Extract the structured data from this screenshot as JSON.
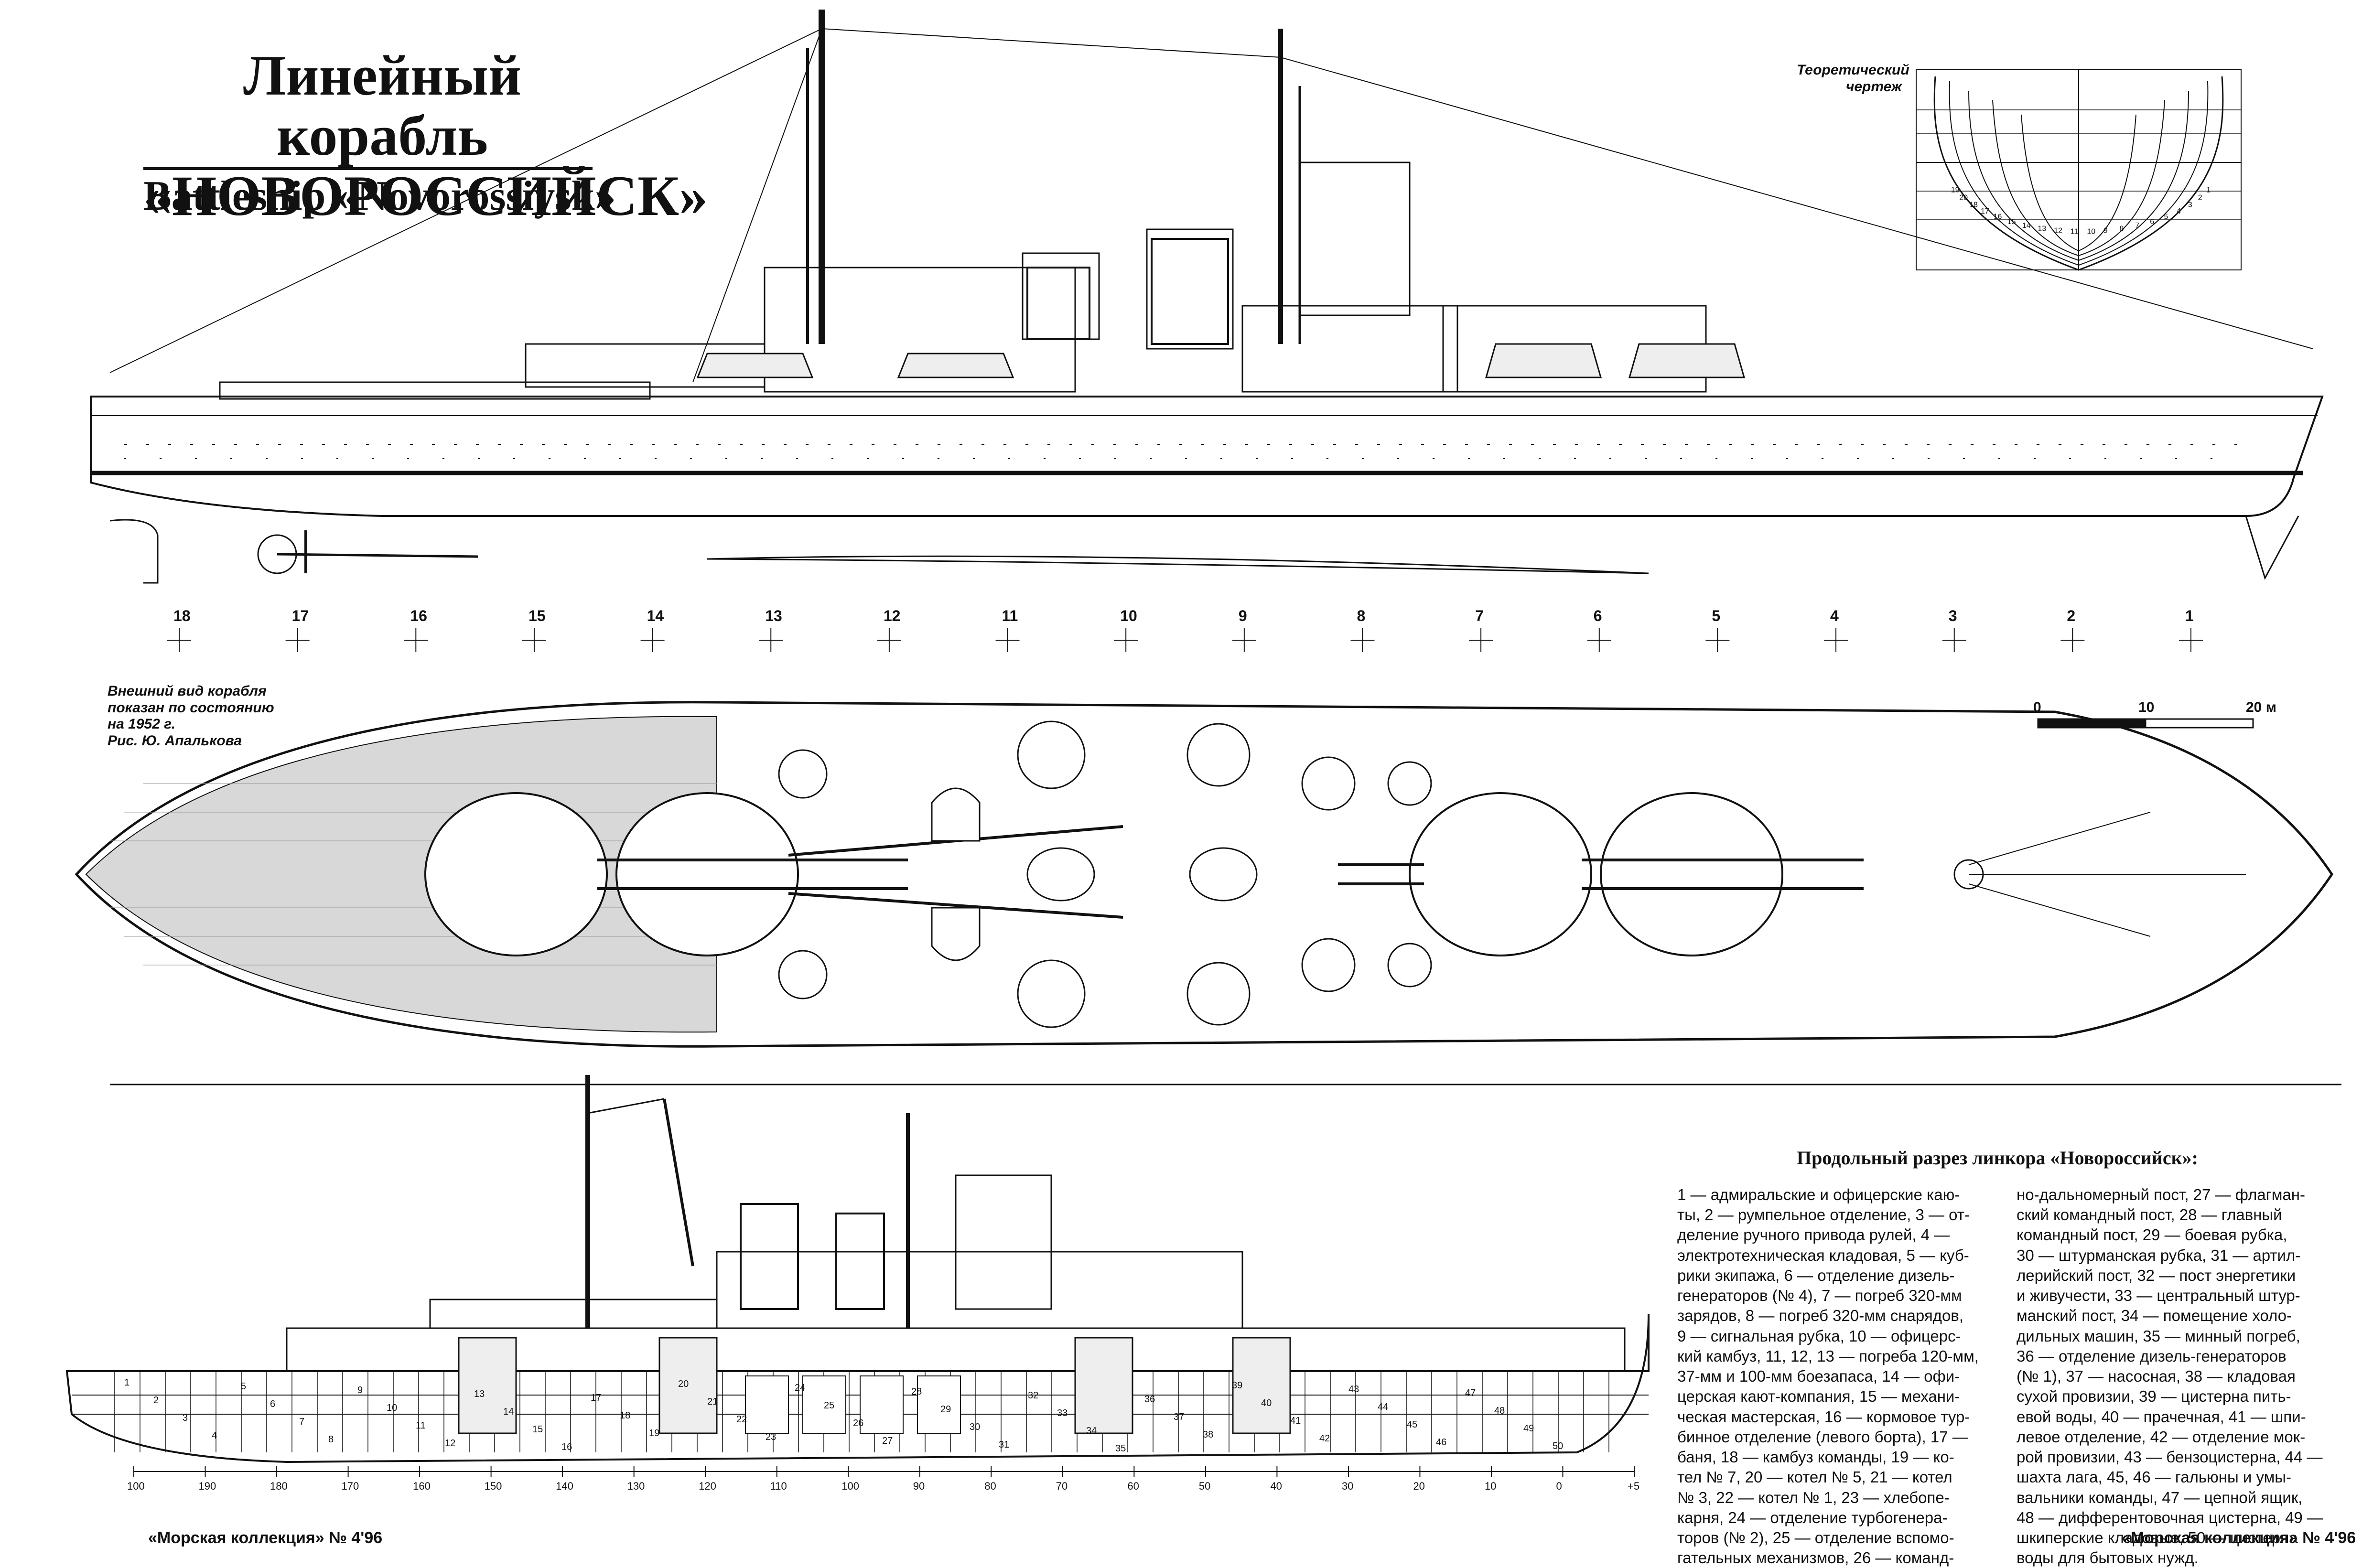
{
  "title": {
    "ru_line1": "Линейный корабль",
    "ru_line2": "«НОВОРОССИЙСК»",
    "en": "Battleship «Novorossiysk»"
  },
  "lines_plan_label": {
    "line1": "Теоретический",
    "line2": "чертеж"
  },
  "view_note": {
    "line1": "Внешний вид корабля",
    "line2": "показан по состоянию",
    "line3": "на 1952 г.",
    "line4": "Рис. Ю. Апалькова"
  },
  "scale": {
    "label_0": "0",
    "label_10": "10",
    "label_20": "20 м"
  },
  "station_numbers": [
    "18",
    "17",
    "16",
    "15",
    "14",
    "13",
    "12",
    "11",
    "10",
    "9",
    "8",
    "7",
    "6",
    "5",
    "4",
    "3",
    "2",
    "1"
  ],
  "body_plan_numbers": [
    "19",
    "20",
    "18",
    "17",
    "16",
    "15",
    "14",
    "13",
    "12",
    "11",
    "10",
    "9",
    "8",
    "7",
    "6",
    "5",
    "4",
    "3",
    "2",
    "1"
  ],
  "frame_numbers": [
    "100",
    "190",
    "180",
    "170",
    "160",
    "150",
    "140",
    "130",
    "120",
    "110",
    "100",
    "90",
    "80",
    "70",
    "60",
    "50",
    "40",
    "30",
    "20",
    "10",
    "0",
    "+5"
  ],
  "section_title": "Продольный разрез линкора «Новороссийск»:",
  "legend": {
    "col1": "1 — адмиральские и офицерские каю-\nты, 2 — румпельное отделение, 3 — от-\nделение ручного привода рулей, 4 —\nэлектротехническая кладовая, 5 — куб-\nрики экипажа, 6 — отделение дизель-\nгенераторов (№ 4), 7 — погреб 320-мм\nзарядов, 8 — погреб 320-мм снарядов,\n9 — сигнальная рубка, 10 — офицерс-\nкий камбуз, 11, 12, 13 — погреба 120-мм,\n37-мм и 100-мм боезапаса, 14 — офи-\nцерская кают-компания, 15 — механи-\nческая мастерская, 16 — кормовое тур-\nбинное отделение (левого борта), 17 —\nбаня, 18 — камбуз команды, 19 — ко-\nтел № 7, 20 — котел № 5, 21 — котел\n№ 3, 22 — котел № 1, 23 — хлебопе-\nкарня, 24 — отделение турбогенера-\nторов (№ 2), 25 — отделение вспомо-\nгательных механизмов, 26 — команд-",
    "col2": "но-дальномерный пост, 27 — флагман-\nский командный пост, 28 — главный\nкомандный пост, 29 — боевая рубка,\n30 — штурманская рубка, 31 — артил-\nлерийский пост, 32 — пост энергетики\nи живучести, 33 — центральный штур-\nманский пост, 34 — помещение холо-\nдильных машин, 35 — минный погреб,\n36 — отделение дизель-генераторов\n(№ 1), 37 — насосная, 38 — кладовая\nсухой провизии, 39 — цистерна пить-\nевой воды, 40 — прачечная, 41 — шпи-\nлевое отделение, 42 — отделение мок-\nрой провизии, 43 — бензоцистерна, 44 —\nшахта лага, 45, 46 — гальюны и умы-\nвальники команды, 47 — цепной ящик,\n48 — дифферентовочная цистерна, 49 —\nшкиперские кладовые, 50 — цистерна\nводы для бытовых нужд."
  },
  "footer_left": "«Морская коллекция» № 4'96",
  "footer_right": "«Морская коллекция» № 4'96",
  "profile_labels": [
    "1",
    "2",
    "3",
    "4",
    "5",
    "6",
    "7",
    "8",
    "9",
    "10",
    "11",
    "12",
    "13",
    "14",
    "15",
    "16",
    "17",
    "18",
    "19",
    "20",
    "21",
    "22",
    "23",
    "24",
    "25",
    "26",
    "27",
    "28",
    "29",
    "30",
    "31",
    "32",
    "33",
    "34",
    "35",
    "36",
    "37",
    "38",
    "39",
    "40",
    "41",
    "42",
    "43",
    "44",
    "45",
    "46",
    "47",
    "48",
    "49",
    "50"
  ]
}
